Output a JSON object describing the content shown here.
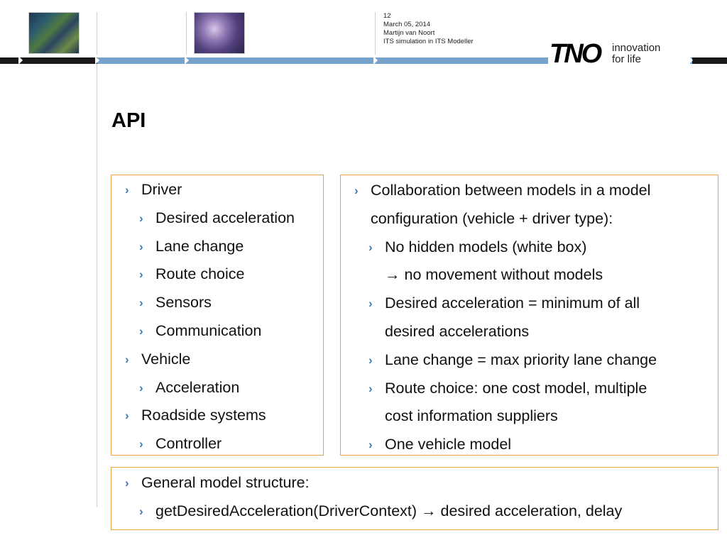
{
  "header": {
    "slide_number": "12",
    "date": "March 05, 2014",
    "author": "Martijn van Noort",
    "presentation": "ITS simulation in ITS Modeller",
    "logo": {
      "brand": "TNO",
      "tagline_line1": "innovation",
      "tagline_line2": "for life"
    }
  },
  "title": "API",
  "icons": {
    "bullet": "›",
    "arrow": "→"
  },
  "colors": {
    "box_border": "#e8a44a",
    "bullet": "#3d7ab8",
    "band_blue": "#76a3cd",
    "band_dark": "#1a1a1a"
  },
  "left_box": {
    "driver": "Driver",
    "desired_acceleration": "Desired acceleration",
    "lane_change": "Lane change",
    "route_choice": "Route choice",
    "sensors": "Sensors",
    "communication": "Communication",
    "vehicle": "Vehicle",
    "acceleration": "Acceleration",
    "roadside_systems": "Roadside systems",
    "controller": "Controller"
  },
  "right_box": {
    "collab_line1": "Collaboration between models in a model",
    "collab_line2": "configuration (vehicle + driver type):",
    "hidden_models": "No hidden models (white box)",
    "no_movement": "no movement without models",
    "desired_acc_line1": "Desired acceleration = minimum of all",
    "desired_acc_line2": "desired accelerations",
    "lane_change": "Lane change = max priority lane change",
    "route_choice_line1": "Route choice: one cost model, multiple",
    "route_choice_line2": "cost information suppliers",
    "one_vehicle": "One vehicle model"
  },
  "bottom_box": {
    "general": "General model structure:",
    "method": "getDesiredAcceleration(DriverContext)",
    "result": "desired acceleration, delay"
  }
}
